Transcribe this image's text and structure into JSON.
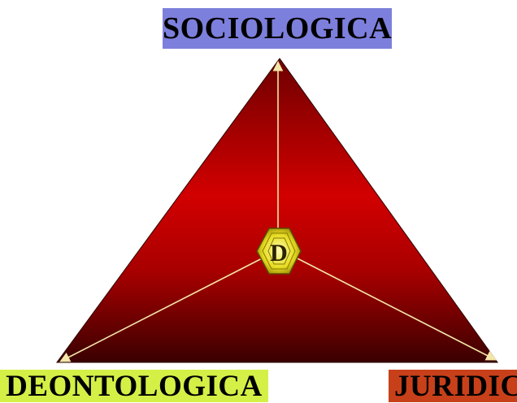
{
  "labels": {
    "top": "SOCIOLOGICA",
    "left": "DEONTOLOGICA",
    "right": "JURIDIC"
  },
  "center_icon": {
    "name": "hexagon-emblem-icon",
    "letter": "D"
  },
  "colors": {
    "top_label_bg": "#7d7fdc",
    "left_label_bg": "#d4f046",
    "right_label_bg": "#c8401a",
    "triangle_top": "#6e0000",
    "triangle_mid": "#d00000",
    "triangle_bottom": "#3a0000",
    "arrow": "#f3e6a8",
    "hexagon": "#e6dc22"
  }
}
